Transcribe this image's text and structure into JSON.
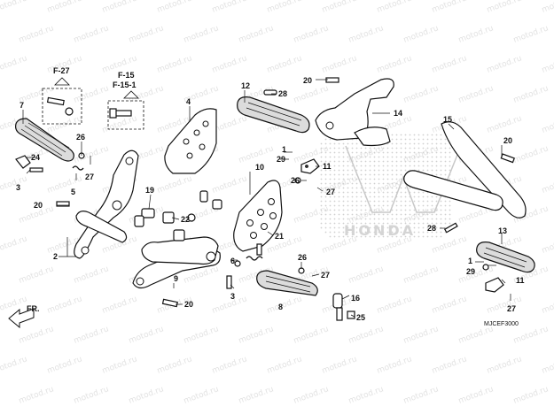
{
  "watermark": "motod.ru",
  "brand_watermark": "HONDA",
  "diagram_code": "MJCEF3000",
  "direction_label": "FR.",
  "references": [
    "F-27",
    "F-15",
    "F-15-1"
  ],
  "callouts": {
    "c1a": "1",
    "c1b": "1",
    "c2": "2",
    "c3a": "3",
    "c3b": "3",
    "c4": "4",
    "c5": "5",
    "c6": "6",
    "c7": "7",
    "c8": "8",
    "c9": "9",
    "c10": "10",
    "c11a": "11",
    "c11b": "11",
    "c12": "12",
    "c13": "13",
    "c14": "14",
    "c15": "15",
    "c16": "16",
    "c19": "19",
    "c20a": "20",
    "c20b": "20",
    "c20c": "20",
    "c20d": "20",
    "c21": "21",
    "c22": "22",
    "c24": "24",
    "c25": "25",
    "c26a": "26",
    "c26b": "26",
    "c26c": "26",
    "c27a": "27",
    "c27b": "27",
    "c27c": "27",
    "c27d": "27",
    "c28a": "28",
    "c28b": "28",
    "c29a": "29",
    "c29b": "29"
  }
}
